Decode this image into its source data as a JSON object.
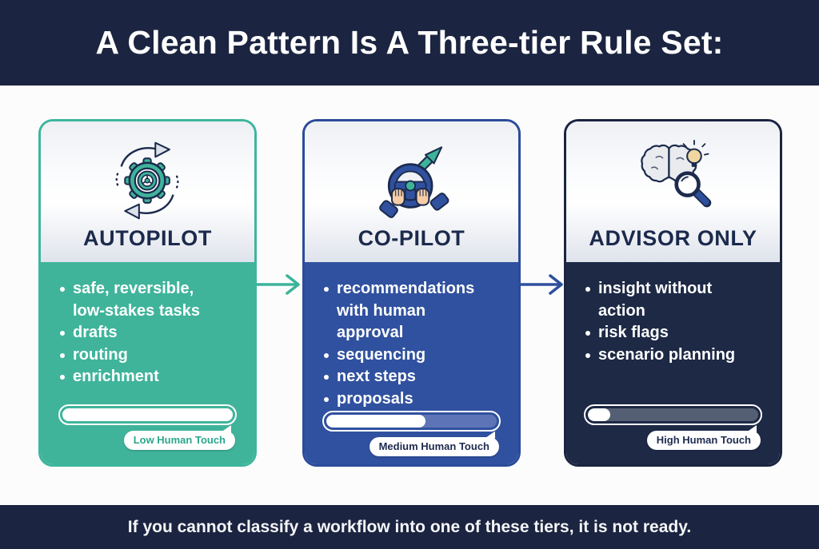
{
  "banner": {
    "title": "A Clean Pattern Is A Three-tier Rule Set:"
  },
  "footer": {
    "text": "If you cannot classify a workflow into one of these tiers, it is not ready."
  },
  "colors": {
    "navy": "#1b2440",
    "teal": "#3fb49b",
    "blue": "#30519f",
    "card_title": "#1b2a4c"
  },
  "cards": [
    {
      "id": "autopilot",
      "title": "AUTOPILOT",
      "icon": "gear-cycle-steering-wheel-icon",
      "colors": {
        "border": "#3db69c",
        "body": "#3fb49b",
        "track": "#ffffff",
        "badge_text": "#2aa78c",
        "title": "#1b2a4c"
      },
      "bullets": [
        "safe, reversible, low-stakes tasks",
        "drafts",
        "routing",
        "enrichment"
      ],
      "meter": {
        "percent": 100,
        "label": "Low Human Touch"
      }
    },
    {
      "id": "co-pilot",
      "title": "CO-PILOT",
      "icon": "steering-wheel-hands-growth-arrow-icon",
      "colors": {
        "border": "#2b4b9b",
        "body": "#30519f",
        "track": "#5d75b7",
        "badge_text": "#1e2b4f",
        "title": "#1b2a4c"
      },
      "bullets": [
        "recommendations with human approval",
        "sequencing",
        "next steps",
        "proposals"
      ],
      "meter": {
        "percent": 58,
        "label": "Medium Human Touch"
      }
    },
    {
      "id": "advisor-only",
      "title": "ADVISOR ONLY",
      "icon": "brain-magnifier-lightbulb-icon",
      "colors": {
        "border": "#1b2440",
        "body": "#1d2945",
        "track": "#555f74",
        "badge_text": "#1e2b4f",
        "title": "#1b2a4c"
      },
      "bullets": [
        "insight without action",
        "risk flags",
        "scenario planning"
      ],
      "meter": {
        "percent": 13,
        "label": "High Human Touch"
      }
    }
  ],
  "arrows": [
    {
      "id": "arrow-1",
      "color": "#3cb49a"
    },
    {
      "id": "arrow-2",
      "color": "#2e4f9e"
    }
  ]
}
